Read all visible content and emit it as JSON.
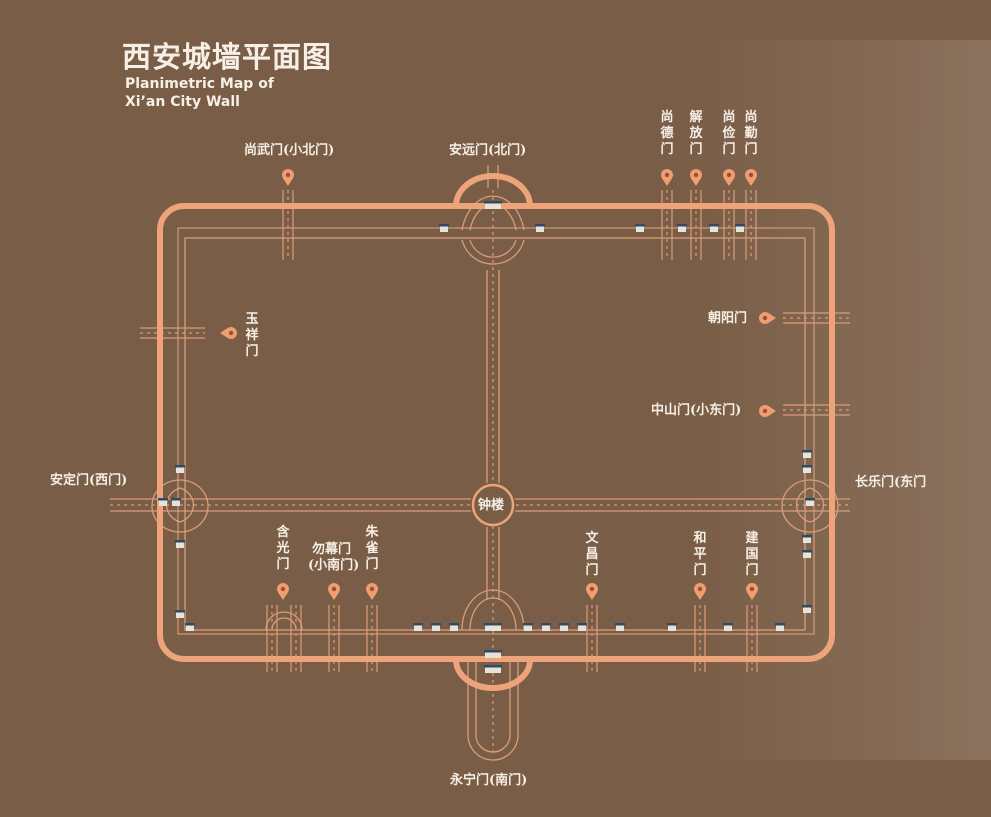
{
  "title": "西安城墙平面图",
  "subtitle_line1": "Planimetric Map of",
  "subtitle_line2": "Xi’an City Wall",
  "center": "钟楼",
  "gates": {
    "shangwu": "尚武门(小北门)",
    "anyuan": "安远门(北门)",
    "shangde": "尚德门",
    "jiefang": "解放门",
    "shangjian": "尚俭门",
    "shangqin": "尚勤门",
    "yuxiang": "玉祥门",
    "chaoyang": "朝阳门",
    "zhongshan": "中山门(小东门)",
    "anding": "安定门(西门)",
    "changle": "长乐门(东门",
    "hanguang": "含光门",
    "wumu_1": "勿幕门",
    "wumu_2": "(小南门)",
    "zhuque": "朱雀门",
    "wenchang": "文昌门",
    "heping": "和平门",
    "jianguo": "建国门",
    "yongning": "永宁门(南门)"
  },
  "colors": {
    "background": "#7a5d46",
    "wall": "#eea47a",
    "road": "#d9a17e",
    "pin": "#ef9f6f"
  }
}
